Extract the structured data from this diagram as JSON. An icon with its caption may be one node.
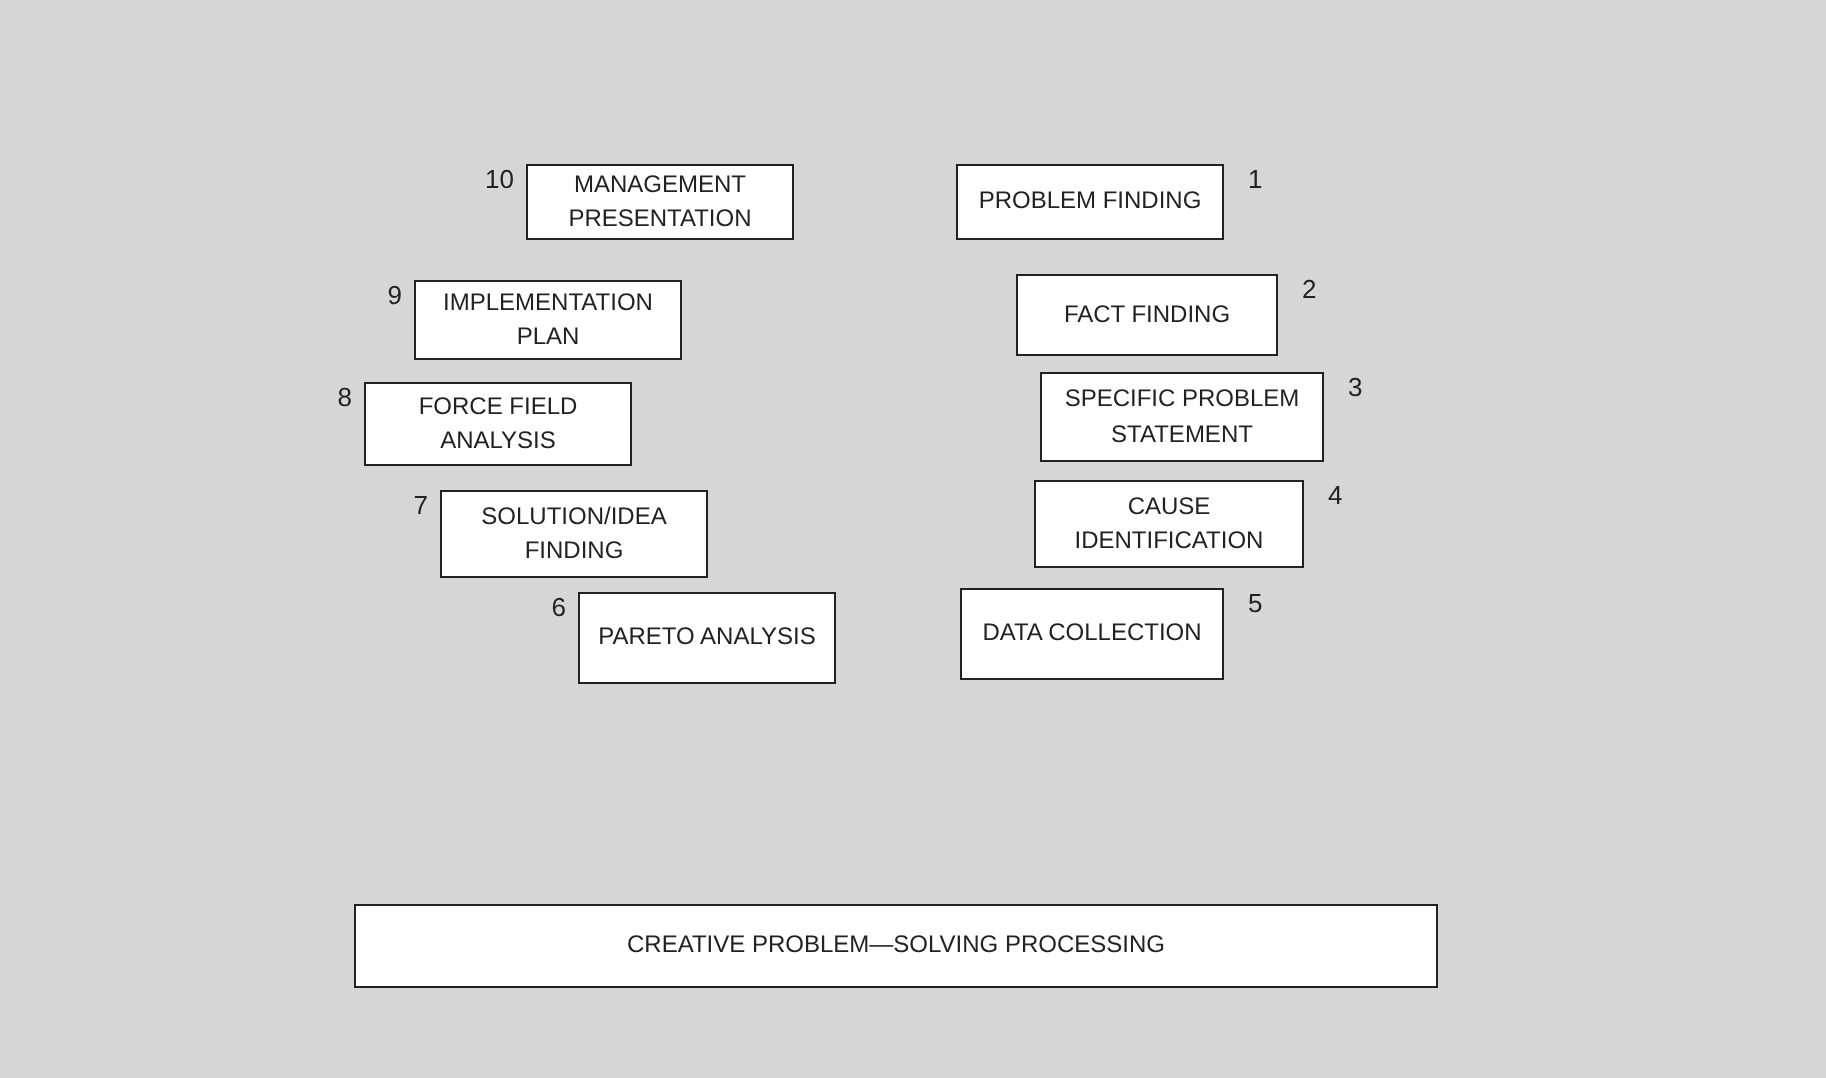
{
  "diagram": {
    "nodes": [
      {
        "text": [
          "MANAGEMENT PRESENTATION"
        ],
        "beside": [
          "10"
        ]
      },
      {
        "text": [
          "PROBLEM FINDING"
        ],
        "beside": [
          "1"
        ]
      },
      {
        "text": [
          "IMPLEMENTATION PLAN"
        ],
        "beside": [
          "9"
        ]
      },
      {
        "text": [
          "FACT FINDING"
        ],
        "beside": [
          "2"
        ]
      },
      {
        "text": [
          "FORCE FIELD ANALYSIS"
        ],
        "beside": [
          "8"
        ]
      },
      {
        "text": [
          "SPECIFIC PROBLEM STATEMENT"
        ],
        "beside": [
          "3"
        ]
      },
      {
        "text": [
          "SOLUTION/IDEA FINDING"
        ],
        "beside": [
          "7"
        ]
      },
      {
        "text": [
          "CAUSE IDENTIFICATION"
        ],
        "beside": [
          "4"
        ]
      },
      {
        "text": [
          "PARETO ANALYSIS"
        ],
        "beside": [
          "6"
        ]
      },
      {
        "text": [
          "DATA COLLECTION"
        ],
        "beside": [
          "5"
        ]
      },
      {
        "text": [
          "CREATIVE PROBLEM—SOLVING PROCESSING"
        ]
      }
    ]
  }
}
